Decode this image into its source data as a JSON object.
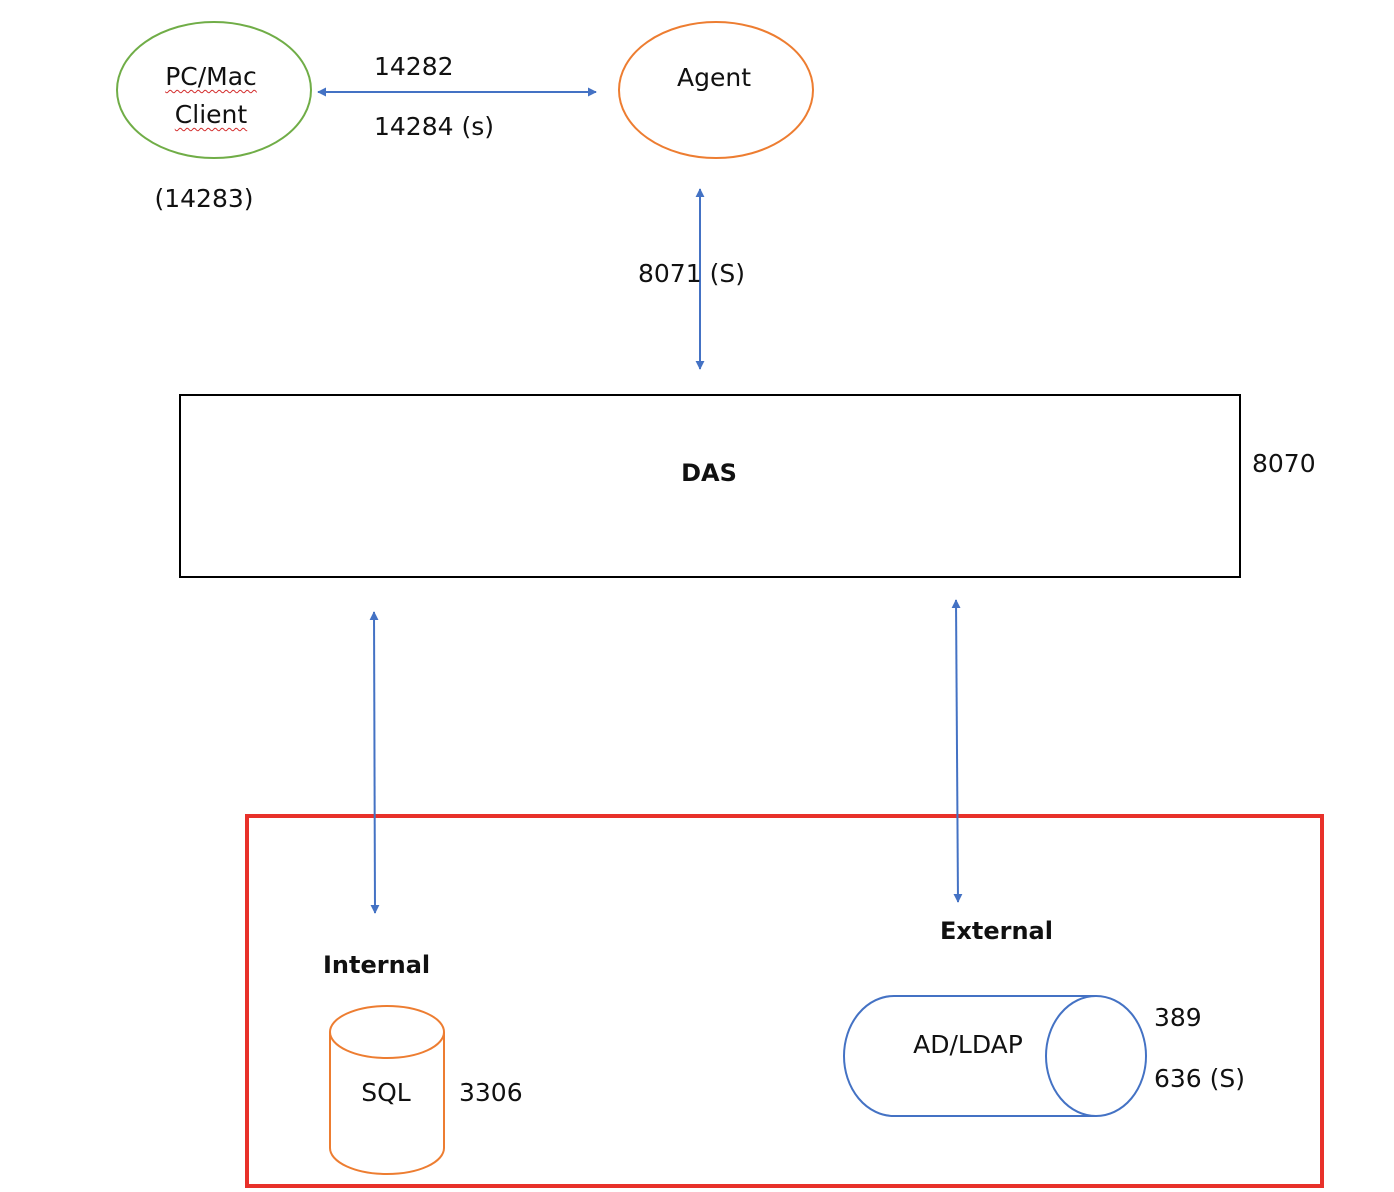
{
  "nodes": {
    "client": {
      "line1": "PC/Mac",
      "line2": "Client",
      "port": "(14283)"
    },
    "agent": {
      "label": "Agent"
    },
    "das": {
      "label": "DAS",
      "port": "8070"
    },
    "internal": {
      "heading": "Internal",
      "label": "SQL",
      "port": "3306"
    },
    "external": {
      "heading": "External",
      "label": "AD/LDAP",
      "port1": "389",
      "port2": "636 (S)"
    }
  },
  "connections": {
    "client_agent": {
      "port_top": "14282",
      "port_bottom": "14284 (s)"
    },
    "agent_das": {
      "port": "8071 (S)"
    }
  },
  "colors": {
    "client_outline": "#70ad47",
    "agent_outline": "#ed7d31",
    "sql_outline": "#ed7d31",
    "ldap_outline": "#4472c4",
    "arrow": "#4472c4",
    "highlight": "#e8312a",
    "box": "#000000"
  }
}
